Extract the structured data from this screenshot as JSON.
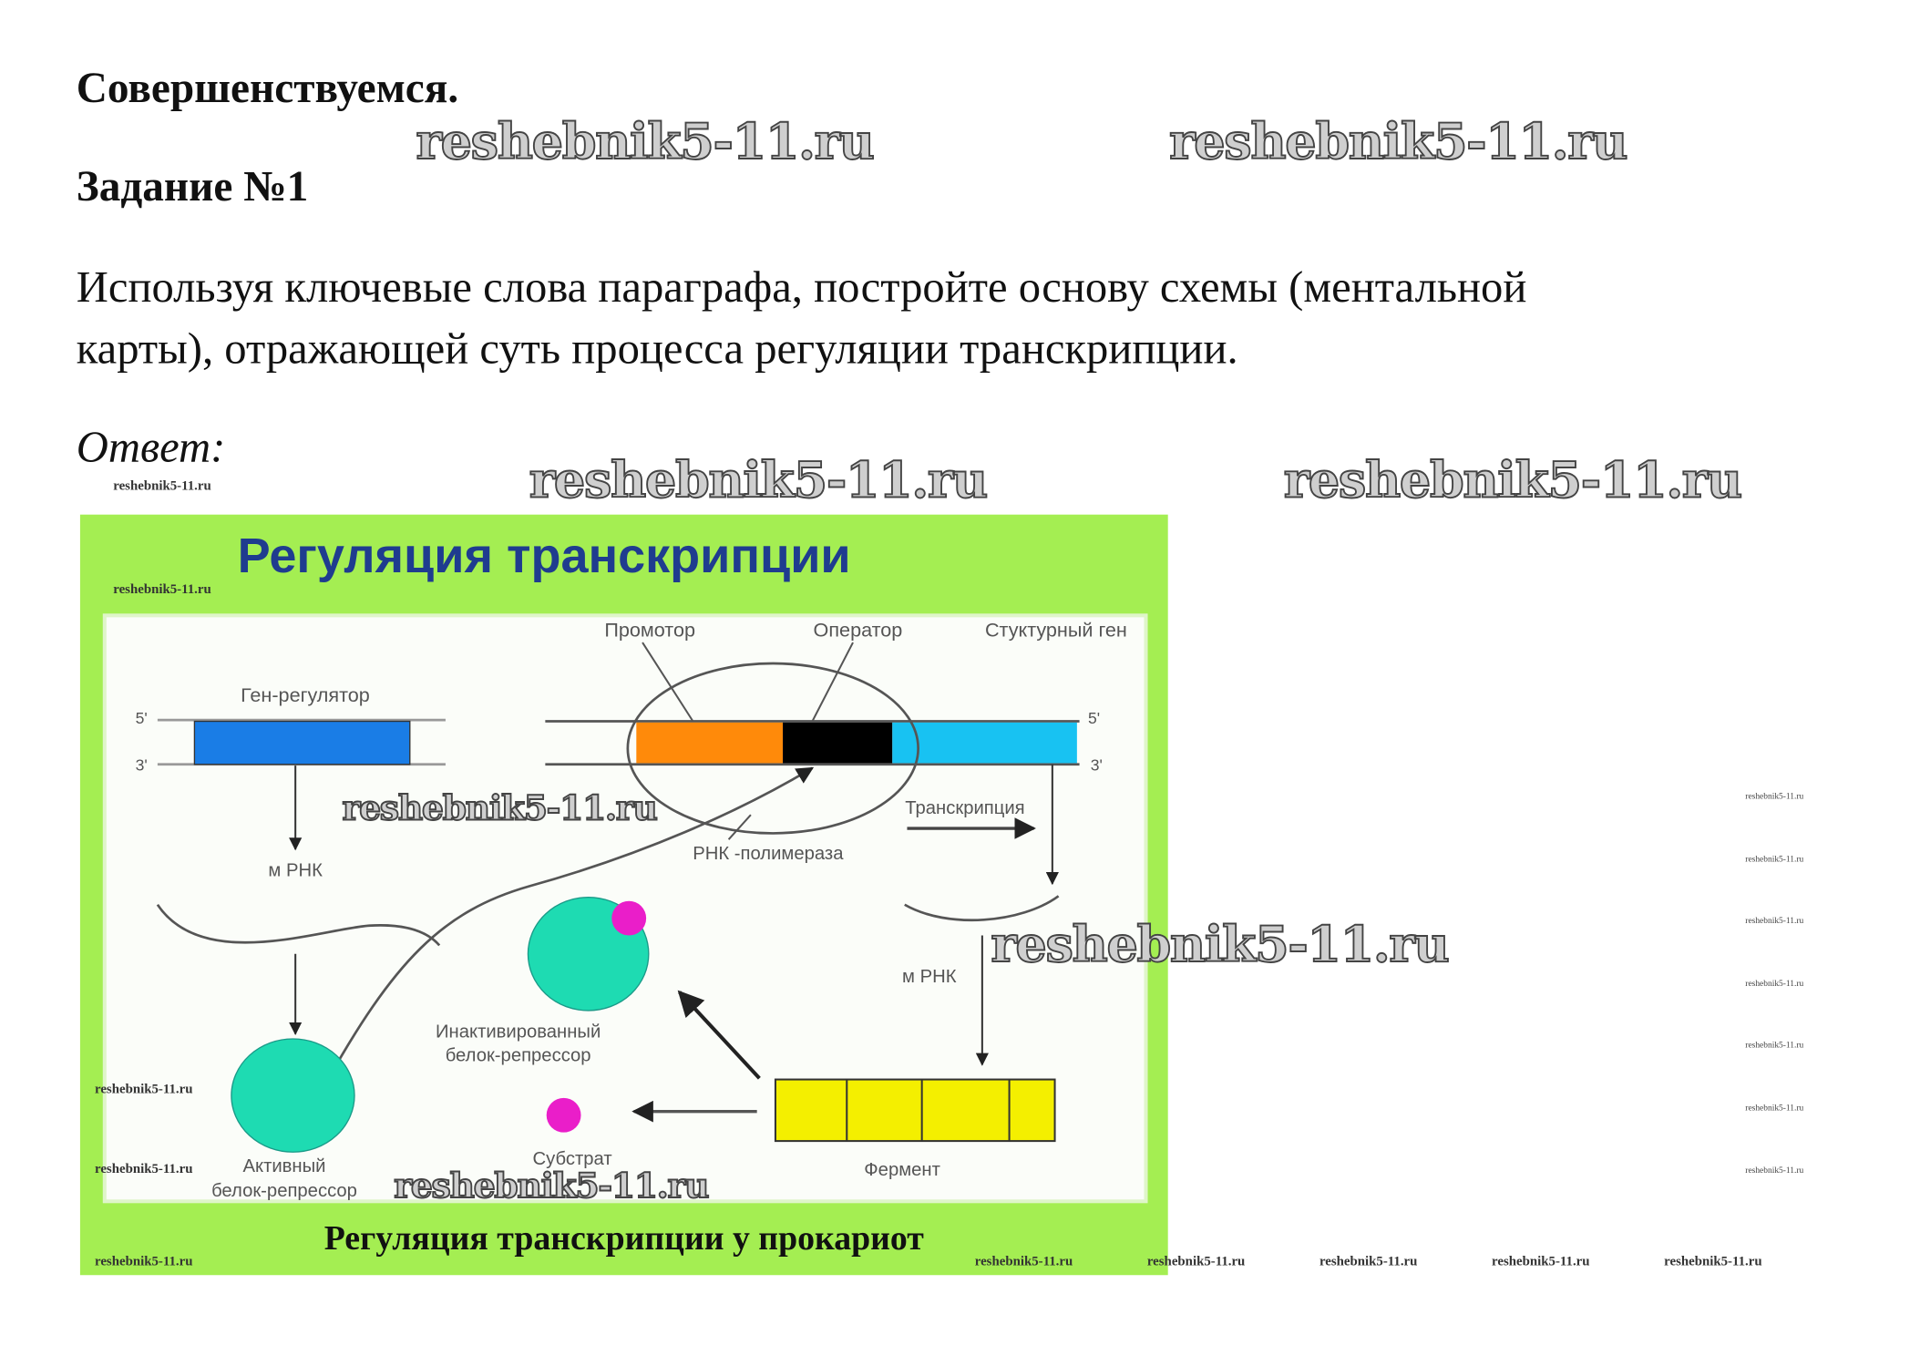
{
  "heading": "Совершенствуемся.",
  "task_title": "Задание №1",
  "task_text_line1": "Используя ключевые слова параграфа, постройте основу схемы (ментальной",
  "task_text_line2": "карты), отражающей суть процесса регуляции транскрипции.",
  "answer_label": "Ответ:",
  "watermark": "reshebnik5-11.ru",
  "diagram": {
    "title": "Регуляция транскрипции",
    "caption": "Регуляция транскрипции у прокариот",
    "labels": {
      "promoter": "Промотор",
      "operator": "Оператор",
      "structural_gene": "Стуктурный ген",
      "regulator_gene": "Ген-регулятор",
      "five_prime": "5'",
      "three_prime": "3'",
      "mrna_left": "м РНК",
      "mrna_right": "м РНК",
      "transcription": "Транскрипция",
      "rna_polymerase": "РНК -полимераза",
      "inactivated_1": "Инактивированный",
      "inactivated_2": "белок-репрессор",
      "active_1": "Активный",
      "active_2": "белок-репрессор",
      "substrate": "Субстрат",
      "enzyme": "Фермент"
    },
    "colors": {
      "background": "#a4ee52",
      "title": "#1f3c8f",
      "regulator_gene": "#1a7de6",
      "promoter": "#ff8a0a",
      "operator": "#000000",
      "structural_gene": "#18c2f2",
      "repressor": "#1edbb2",
      "substrate": "#ea1ec9",
      "enzyme": "#f4ef00"
    }
  }
}
